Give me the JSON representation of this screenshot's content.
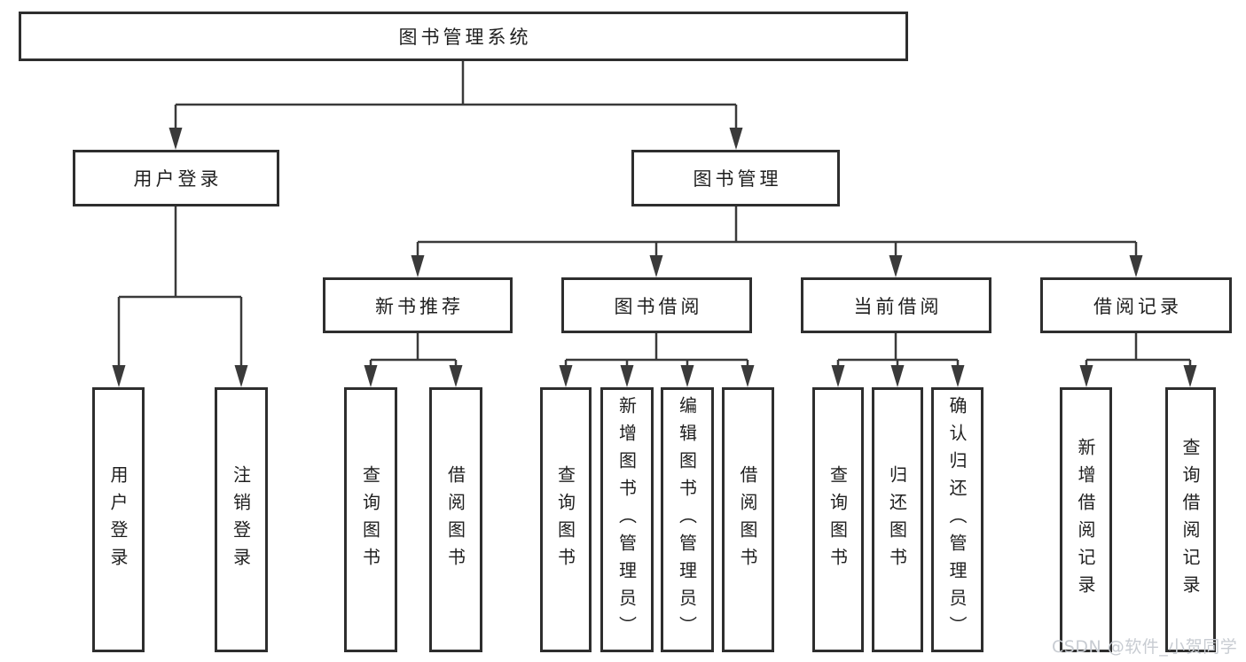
{
  "colors": {
    "background": "#ffffff",
    "line": "#3a3a3a",
    "border": "#2e2e2e",
    "text": "#1f1f1f",
    "watermark": "#c8ccd2"
  },
  "nodes": {
    "root": "图书管理系统",
    "user_login": "用户登录",
    "book_management": "图书管理",
    "new_book_recommend": "新书推荐",
    "book_borrow": "图书借阅",
    "current_borrow": "当前借阅",
    "borrow_record": "借阅记录",
    "user_login_action": "用户登录",
    "logout_action": "注销登录",
    "newbook_query_books": "查询图书",
    "newbook_borrow_books": "借阅图书",
    "bb_query_books": "查询图书",
    "bb_add_books_admin": "新增图书（管理员）",
    "bb_edit_books_admin": "编辑图书（管理员）",
    "bb_borrow_books": "借阅图书",
    "cb_query_books": "查询图书",
    "cb_return_books": "归还图书",
    "cb_confirm_return_admin": "确认归还（管理员）",
    "br_add_record": "新增借阅记录",
    "br_query_record": "查询借阅记录"
  },
  "watermark": "CSDN @软件_小贺同学"
}
